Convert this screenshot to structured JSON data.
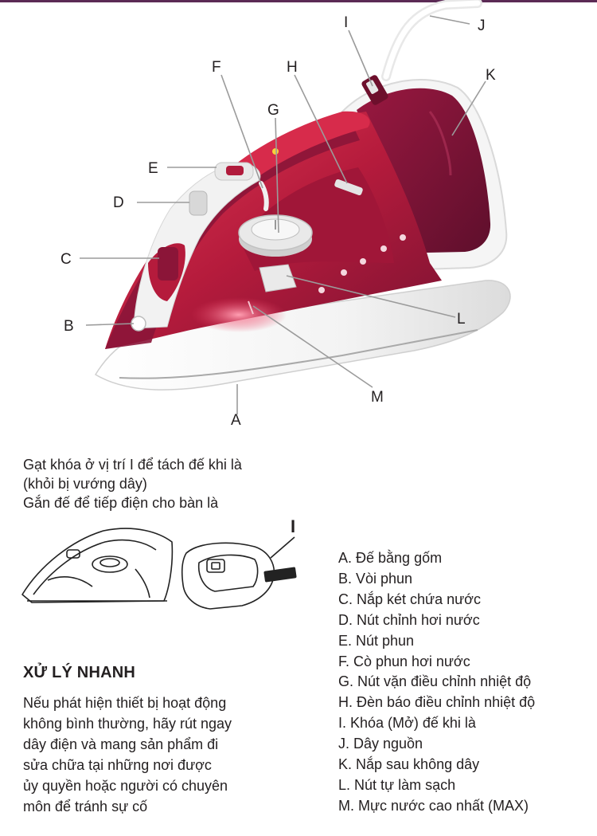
{
  "callouts": {
    "a": "A",
    "b": "B",
    "c": "C",
    "d": "D",
    "e": "E",
    "f": "F",
    "g": "G",
    "h": "H",
    "i": "I",
    "j": "J",
    "k": "K",
    "l": "L",
    "m": "M"
  },
  "intro": [
    "Gạt khóa ở vị trí I để tách đế khi là",
    "(khỏi bị vướng dây)",
    "Gắn đế để tiếp điện cho bàn là"
  ],
  "small_diagram_label": "I",
  "parts": [
    "A.  Đế bằng gốm",
    "B.  Vòi phun",
    "C.  Nắp két chứa nước",
    "D.  Nút chỉnh hơi nước",
    "E.  Nút phun",
    "F.  Cò phun hơi nước",
    "G.  Nút vặn  điều chỉnh nhiệt độ",
    "H.  Đèn báo điều chỉnh nhiệt độ",
    "I.   Khóa (Mở) đế khi là",
    "J.  Dây nguồn",
    "K.  Nắp sau không dây",
    "L.  Nút tự làm sạch",
    "M. Mực nước cao nhất (MAX)"
  ],
  "quick_fix": {
    "title": "XỬ LÝ NHANH",
    "body": [
      "Nếu phát hiện thiết bị hoạt động",
      "không bình thường, hãy rút ngay",
      "dây điện và mang sản phẩm đi",
      "sửa chữa tại những nơi được",
      "ủy quyền hoặc người có chuyên",
      "môn để tránh sự cố"
    ]
  },
  "colors": {
    "accent": "#5b2a55",
    "iron_dark": "#8b1538",
    "iron_red": "#c8203f",
    "text": "#231f20"
  }
}
